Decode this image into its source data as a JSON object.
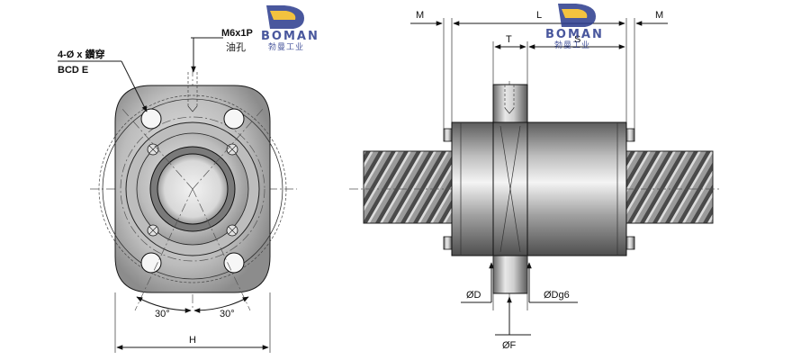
{
  "brand": {
    "name": "BOMAN",
    "subtitle": "勃曼工业",
    "colors": {
      "primary": "#2a3a8c",
      "accent": "#f2b81e"
    }
  },
  "front_view": {
    "holes_label": "4-Ø x 鑽穿",
    "bcd_label": "BCD E",
    "oil_thread_label": "M6x1P",
    "oil_hole_label": "油孔",
    "angle_left": "30°",
    "angle_right": "30°",
    "width_label": "H"
  },
  "side_view": {
    "m_left": "M",
    "l_label": "L",
    "m_right": "M",
    "t_label": "T",
    "s_label": "S",
    "d_label": "ØD",
    "dg6_label": "ØDg6",
    "f_label": "ØF"
  },
  "colors": {
    "body_dark": "#6a6a6a",
    "body_mid": "#a8a8a8",
    "body_light": "#e6e6e6",
    "line": "#1a1a1a"
  }
}
